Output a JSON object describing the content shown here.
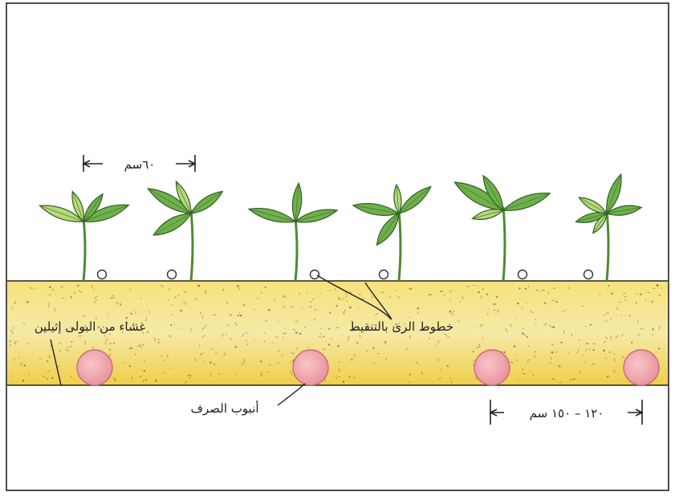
{
  "labels": {
    "spacing_plants": "٦٠سم",
    "drip_lines": "خطوط الرى بالتنقيط",
    "mulch": "غشاء من البولى إثيلين",
    "drain_pipe": "أنبوب الصرف",
    "spacing_pipes": "١٢٠ – ١٥٠ سم"
  },
  "colors": {
    "bed_fill": "#f4dc6a",
    "bed_edge": "#f0c83c",
    "pipe_fill": "#f0a8ae",
    "pipe_stroke": "#c96d78",
    "leaf_fill": "#6fb04b",
    "leaf_light": "#b8d97a",
    "stem": "#4e8a34",
    "outline": "#2a2a2a"
  },
  "counts": {
    "plants": 6,
    "drip_emitters": 6,
    "drain_pipes": 4
  }
}
